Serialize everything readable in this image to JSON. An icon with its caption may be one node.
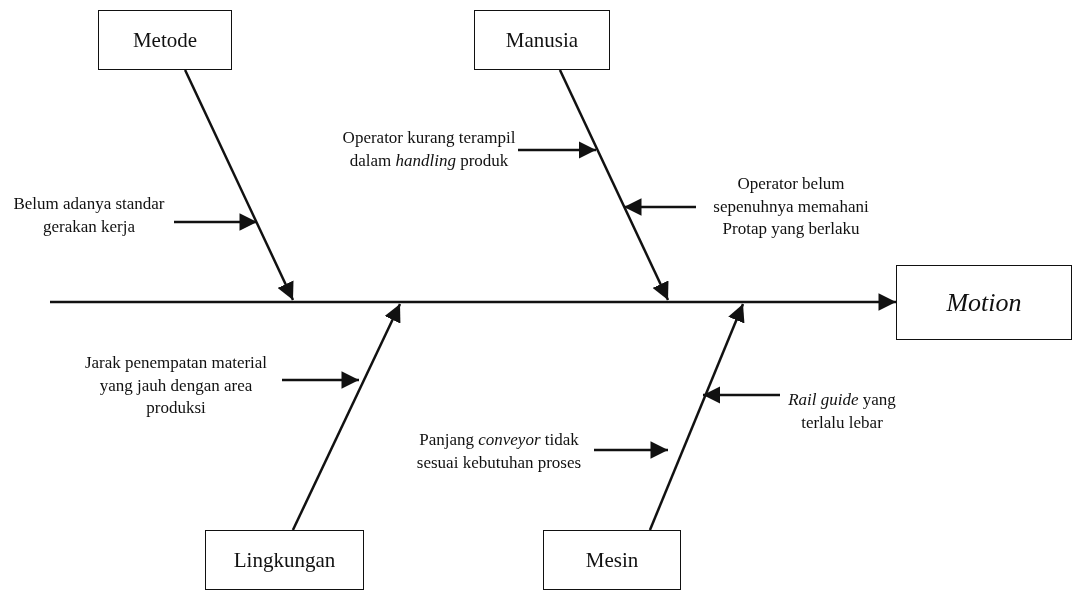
{
  "diagram": {
    "nodes": [
      {
        "text": [
          "Metode"
        ]
      },
      {
        "text": [
          "Manusia"
        ]
      },
      {
        "text": [
          "Motion"
        ]
      },
      {
        "text": [
          "Lingkungan"
        ]
      },
      {
        "text": [
          "Mesin"
        ]
      },
      {
        "text": [
          "Belum adanya standar gerakan kerja"
        ]
      },
      {
        "text": [
          "Operator kurang terampil dalam *handling* produk"
        ]
      },
      {
        "text": [
          "Operator belum sepenuhnya memahani Protap yang berlaku"
        ]
      },
      {
        "text": [
          "Jarak penempatan material yang jauh dengan area produksi"
        ]
      },
      {
        "text": [
          "Panjang *conveyor* tidak sesuai kebutuhan proses"
        ]
      },
      {
        "text": [
          "*Rail guide* yang terlalu lebar"
        ]
      }
    ],
    "edges": [
      {
        "from": null,
        "to": 2,
        "arrow": "to"
      },
      {
        "from": 0,
        "to": null,
        "arrow": "to"
      },
      {
        "from": 1,
        "to": null,
        "arrow": "to"
      },
      {
        "from": 3,
        "to": null,
        "arrow": "to"
      },
      {
        "from": 4,
        "to": null,
        "arrow": "to"
      },
      {
        "from": 5,
        "to": null,
        "arrow": "to"
      },
      {
        "from": 6,
        "to": null,
        "arrow": "to"
      },
      {
        "from": 7,
        "to": null,
        "arrow": "to"
      },
      {
        "from": 8,
        "to": null,
        "arrow": "to"
      },
      {
        "from": 9,
        "to": null,
        "arrow": "to"
      },
      {
        "from": 10,
        "to": null,
        "arrow": "to"
      }
    ]
  }
}
